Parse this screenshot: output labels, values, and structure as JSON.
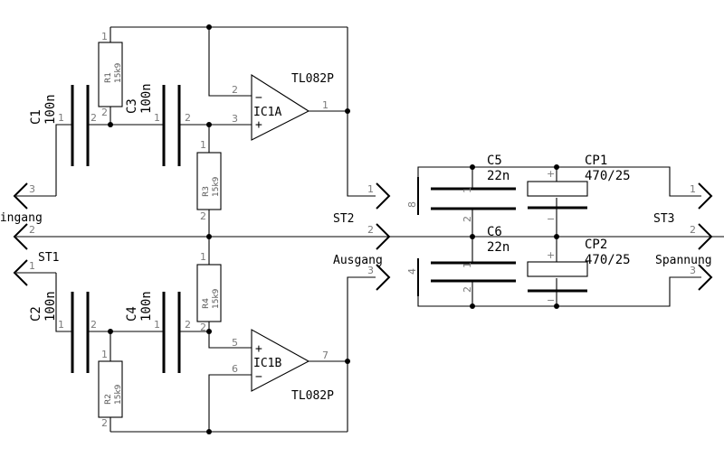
{
  "capacitors": {
    "c1": {
      "ref": "C1",
      "value": "100n"
    },
    "c2": {
      "ref": "C2",
      "value": "100n"
    },
    "c3": {
      "ref": "C3",
      "value": "100n"
    },
    "c4": {
      "ref": "C4",
      "value": "100n"
    },
    "c5": {
      "ref": "C5",
      "value": "22n"
    },
    "c6": {
      "ref": "C6",
      "value": "22n"
    },
    "cp1": {
      "ref": "CP1",
      "value": "470/25"
    },
    "cp2": {
      "ref": "CP2",
      "value": "470/25"
    }
  },
  "resistors": {
    "r1": {
      "ref": "R1",
      "value": "15k9"
    },
    "r2": {
      "ref": "R2",
      "value": "15k9"
    },
    "r3": {
      "ref": "R3",
      "value": "15k9"
    },
    "r4": {
      "ref": "R4",
      "value": "15k9"
    }
  },
  "opamps": {
    "a": {
      "ref": "IC1A",
      "part": "TL082P",
      "in_minus": "2",
      "in_plus": "3",
      "out": "1",
      "minus_sign": "−",
      "plus_sign": "+"
    },
    "b": {
      "ref": "IC1B",
      "part": "TL082P",
      "in_plus": "5",
      "in_minus": "6",
      "out": "7",
      "minus_sign": "−",
      "plus_sign": "+"
    }
  },
  "connectors": {
    "st1": {
      "ref": "ST1",
      "name": "Eingang",
      "pins": [
        "3",
        "2",
        "1"
      ]
    },
    "st2": {
      "ref": "ST2",
      "name": "Ausgang",
      "pins": [
        "1",
        "2",
        "3"
      ]
    },
    "st3": {
      "ref": "ST3",
      "name": "Spannung",
      "pins": [
        "1",
        "2",
        "3"
      ]
    }
  },
  "power_pins": {
    "upper": "8",
    "lower": "4"
  },
  "pin_numbers": {
    "one": "1",
    "two": "2"
  },
  "polarity": {
    "plus": "+",
    "minus": "−"
  }
}
